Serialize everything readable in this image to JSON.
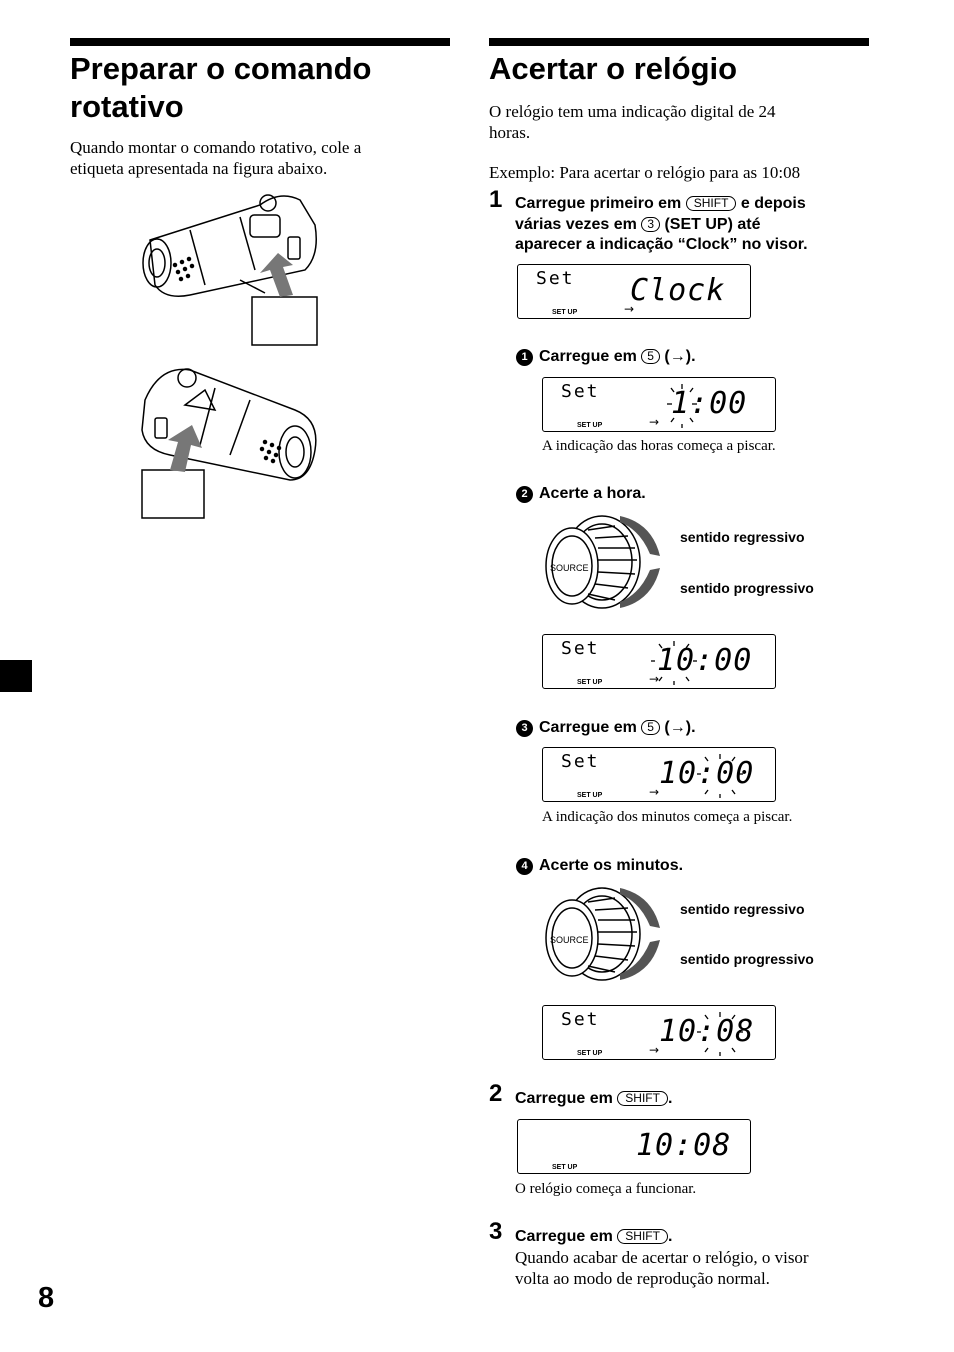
{
  "left": {
    "title_line1": "Preparar o comando",
    "title_line2": "rotativo",
    "intro_line1": "Quando montar o comando rotativo, cole a",
    "intro_line2": "etiqueta apresentada na figura abaixo."
  },
  "right": {
    "title": "Acertar o relógio",
    "intro_line1": "O relógio tem uma indicação digital de 24",
    "intro_line2": "horas.",
    "example": "Exemplo: Para acertar o relógio para as 10:08",
    "step1": {
      "num": "1",
      "line1_a": "Carregue primeiro em",
      "line1_key": "SHIFT",
      "line1_b": "e depois",
      "line2_a": "várias vezes em",
      "line2_key": "3",
      "line2_b": "(SET UP) até",
      "line3": "aparecer a indicação “Clock” no visor."
    },
    "display_set": "Set",
    "display_setup": "SET UP",
    "display_arrow": "→",
    "lcd1_value": "Clock",
    "sub1": {
      "num": "1",
      "text_a": "Carregue em",
      "key": "5",
      "text_b": "(→)."
    },
    "lcd2_value": "1:00",
    "caption_hours": "A indicação das horas começa a piscar.",
    "sub2": {
      "num": "2",
      "text": "Acerte a hora."
    },
    "knob_label": "SOURCE",
    "dir_back": "sentido regressivo",
    "dir_fwd": "sentido progressivo",
    "lcd3_value": "10:00",
    "sub3": {
      "num": "3",
      "text_a": "Carregue em",
      "key": "5",
      "text_b": "(→)."
    },
    "lcd4_value": "10:00",
    "caption_minutes": "A indicação dos minutos começa a piscar.",
    "sub4": {
      "num": "4",
      "text": "Acerte os minutos."
    },
    "lcd5_value": "10:08",
    "step2": {
      "num": "2",
      "text": "Carregue em",
      "key": "SHIFT",
      "end": "."
    },
    "lcd6_value": "10:08",
    "caption_clock": "O relógio começa a funcionar.",
    "step3": {
      "num": "3",
      "text": "Carregue em",
      "key": "SHIFT",
      "end": ".",
      "line2": "Quando acabar de acertar o relógio, o visor",
      "line3": "volta ao modo de reprodução normal."
    }
  },
  "page_number": "8"
}
